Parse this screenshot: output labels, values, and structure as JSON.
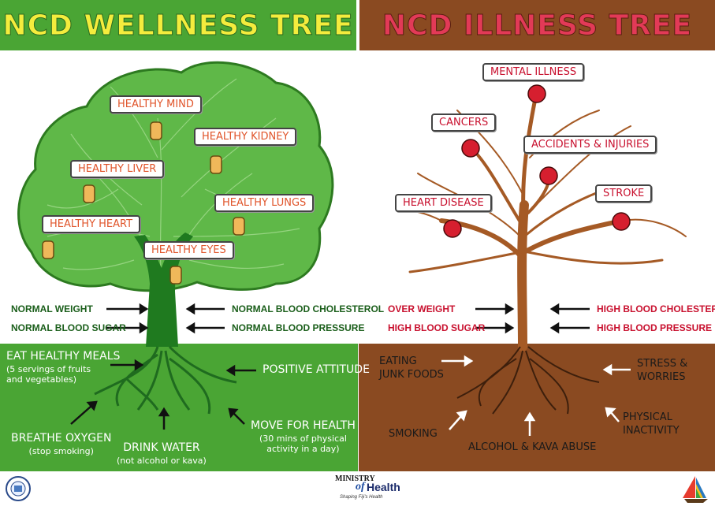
{
  "header": {
    "left_title": "NCD WELLNESS TREE",
    "right_title": "NCD ILLNESS TREE"
  },
  "colors": {
    "wellness_green": "#4aa534",
    "tree_canopy_green": "#5fb848",
    "illness_brown": "#8a4a21",
    "title_yellow": "#f4ec3d",
    "title_red": "#e23a57",
    "fruit_orange": "#f0b85a",
    "fruit_red": "#d61f2f"
  },
  "wellness": {
    "fruits": [
      {
        "label": "HEALTHY MIND"
      },
      {
        "label": "HEALTHY KIDNEY"
      },
      {
        "label": "HEALTHY LIVER"
      },
      {
        "label": "HEALTHY LUNGS"
      },
      {
        "label": "HEALTHY HEART"
      },
      {
        "label": "HEALTHY EYES"
      }
    ],
    "trunk_left": [
      "NORMAL WEIGHT",
      "NORMAL BLOOD SUGAR"
    ],
    "trunk_right": [
      "NORMAL BLOOD CHOLESTEROL",
      "NORMAL BLOOD PRESSURE"
    ],
    "roots": {
      "meals_title": "EAT HEALTHY MEALS",
      "meals_sub1": "(5 servings of fruits",
      "meals_sub2": "and vegetables)",
      "attitude": "POSITIVE ATTITUDE",
      "oxygen_title": "BREATHE OXYGEN",
      "oxygen_sub": "(stop smoking)",
      "water_title": "DRINK WATER",
      "water_sub": "(not alcohol or kava)",
      "move_title": "MOVE FOR HEALTH",
      "move_sub1": "(30 mins of physical",
      "move_sub2": "activity in a day)"
    }
  },
  "illness": {
    "fruits": [
      {
        "label": "MENTAL ILLNESS"
      },
      {
        "label": "CANCERS"
      },
      {
        "label": "ACCIDENTS & INJURIES"
      },
      {
        "label": "HEART DISEASE"
      },
      {
        "label": "STROKE"
      }
    ],
    "trunk_left": [
      "OVER WEIGHT",
      "HIGH BLOOD SUGAR"
    ],
    "trunk_right": [
      "HIGH BLOOD CHOLESTEROL",
      "HIGH BLOOD PRESSURE"
    ],
    "roots": {
      "junk1": "EATING",
      "junk2": "JUNK FOODS",
      "stress1": "STRESS &",
      "stress2": "WORRIES",
      "smoking": "SMOKING",
      "alcohol": "ALCOHOL & KAVA ABUSE",
      "inactive1": "PHYSICAL",
      "inactive2": "INACTIVITY"
    }
  },
  "footer": {
    "ministry_top": "MINISTRY",
    "ministry_of": "of",
    "ministry_health": "Health",
    "tagline": "Shaping Fiji's Health"
  }
}
